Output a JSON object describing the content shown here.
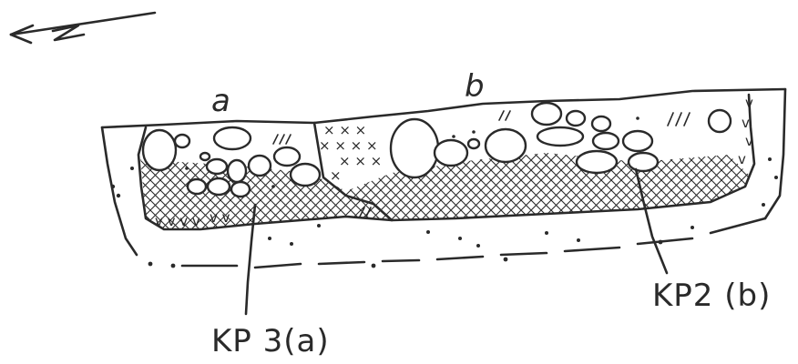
{
  "diagram": {
    "north_arrow": {
      "letter": "N",
      "icon": "north-arrow-icon"
    },
    "unit_labels": {
      "a": "a",
      "b": "b"
    },
    "sample_labels": {
      "kp3": "KP 3(a)",
      "kp2": "KP2 (b)"
    }
  }
}
